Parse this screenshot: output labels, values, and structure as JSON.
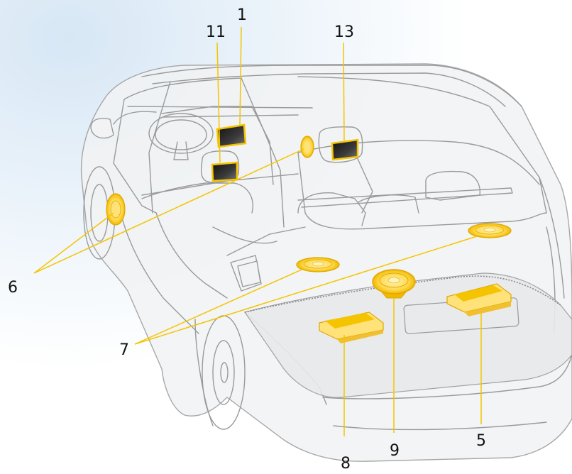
{
  "colors": {
    "accent": "#f5c400",
    "accent_light": "#ffe27a",
    "accent_dark": "#e0a800",
    "outline": "#9a9a9a",
    "body_fill": "#f2f3f4",
    "screen": "#2a2a2a"
  },
  "callouts": [
    {
      "id": "1",
      "label": "1",
      "target": "roof-display"
    },
    {
      "id": "11",
      "label": "11",
      "target": "front-headrest-display"
    },
    {
      "id": "13",
      "label": "13",
      "target": "rear-headrest-display"
    },
    {
      "id": "6",
      "label": "6",
      "target": "door-speakers"
    },
    {
      "id": "7",
      "label": "7",
      "target": "rear-speakers"
    },
    {
      "id": "8",
      "label": "8",
      "target": "left-amplifier"
    },
    {
      "id": "9",
      "label": "9",
      "target": "subwoofer"
    },
    {
      "id": "5",
      "label": "5",
      "target": "right-amplifier"
    }
  ]
}
